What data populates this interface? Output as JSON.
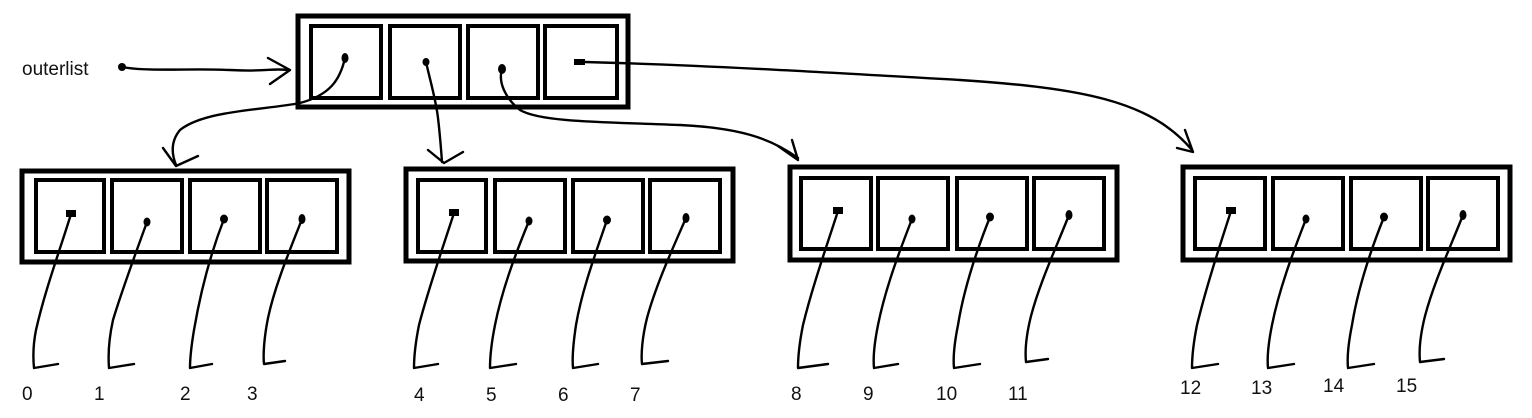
{
  "variable": {
    "label": "outerlist"
  },
  "outer_list": {
    "cells": 4
  },
  "inner_lists": [
    {
      "values": [
        "0",
        "1",
        "2",
        "3"
      ]
    },
    {
      "values": [
        "4",
        "5",
        "6",
        "7"
      ]
    },
    {
      "values": [
        "8",
        "9",
        "10",
        "11"
      ]
    },
    {
      "values": [
        "12",
        "13",
        "14",
        "15"
      ]
    }
  ]
}
